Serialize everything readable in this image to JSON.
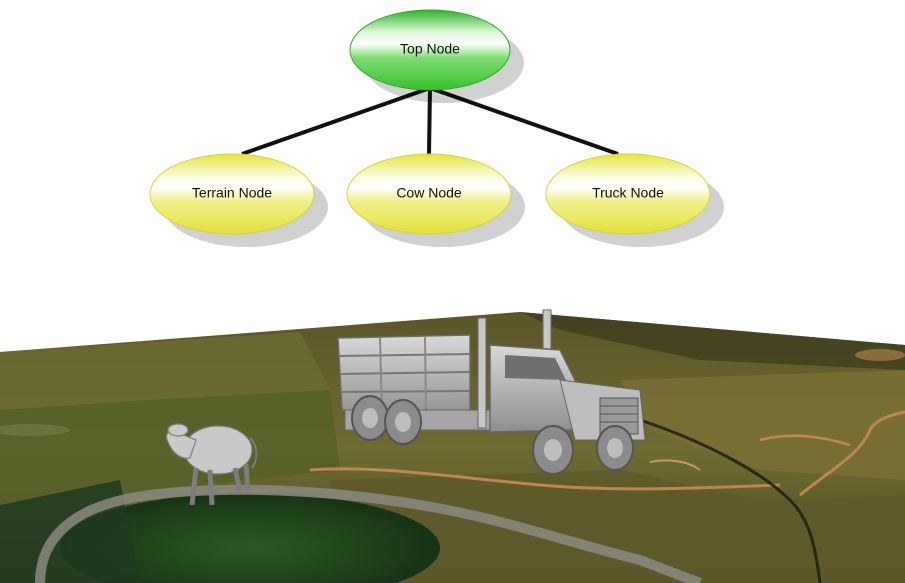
{
  "scene_graph": {
    "nodes": [
      {
        "id": "top",
        "label": "Top Node",
        "color": "green"
      },
      {
        "id": "terrain",
        "label": "Terrain Node",
        "color": "yellow"
      },
      {
        "id": "cow",
        "label": "Cow Node",
        "color": "yellow"
      },
      {
        "id": "truck",
        "label": "Truck Node",
        "color": "yellow"
      }
    ],
    "edges": [
      {
        "from": "top",
        "to": "terrain"
      },
      {
        "from": "top",
        "to": "cow"
      },
      {
        "from": "top",
        "to": "truck"
      }
    ]
  },
  "colors": {
    "root_node": "#3fc43a",
    "child_node": "#e8e64a",
    "edge": "#111111",
    "terrain_grass": "#6b6a2e",
    "terrain_dark": "#2f3a1c",
    "trail": "#c98a55",
    "model_gray": "#b8b8b8"
  },
  "scene_objects": [
    "terrain",
    "cow-model",
    "truck-model"
  ]
}
